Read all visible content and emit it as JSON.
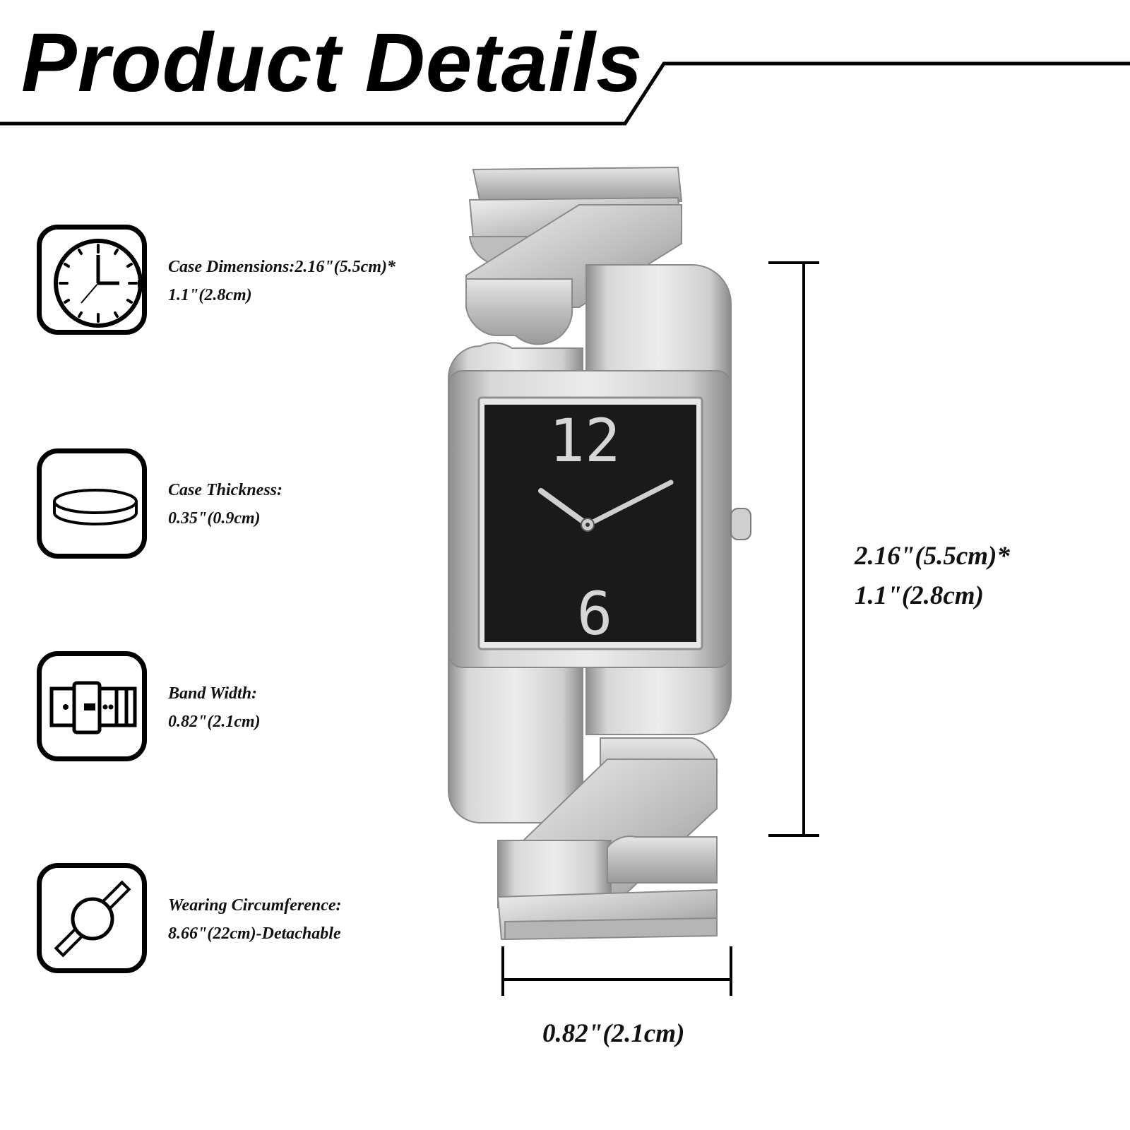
{
  "header": {
    "title": "Product Details"
  },
  "specs": [
    {
      "icon": "clock-icon",
      "line1": "Case Dimensions:2.16\"(5.5cm)*",
      "line2": "1.1\"(2.8cm)"
    },
    {
      "icon": "case-thickness-icon",
      "line1": "Case Thickness:",
      "line2": "0.35\"(0.9cm)"
    },
    {
      "icon": "belt-buckle-icon",
      "line1": "Band Width:",
      "line2": "0.82\"(2.1cm)"
    },
    {
      "icon": "wearing-circumference-icon",
      "line1": "Wearing Circumference:",
      "line2": "8.66\"(22cm)-Detachable"
    }
  ],
  "dimensions": {
    "height_line1": "2.16\"(5.5cm)*",
    "height_line2": "1.1\"(2.8cm)",
    "width": "0.82\"(2.1cm)"
  },
  "watch": {
    "numeral_top": "12",
    "numeral_bottom": "6",
    "dial_color": "#1a1a1a",
    "metal_color": "#c9c9c9"
  }
}
